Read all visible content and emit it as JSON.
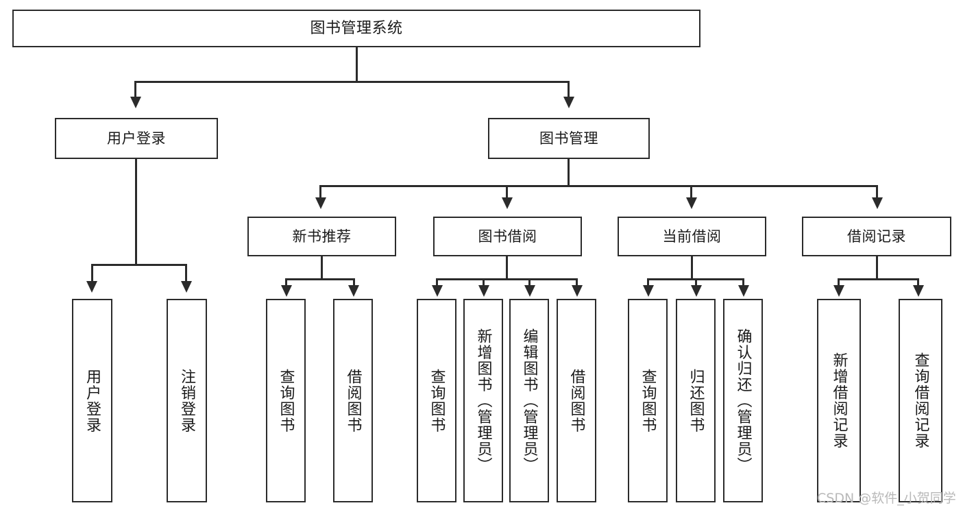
{
  "diagram": {
    "title": "图书管理系统",
    "type": "functional-hierarchy-tree",
    "levels": 4,
    "root": {
      "id": "root",
      "label": "图书管理系统"
    },
    "level2": [
      {
        "id": "user-login",
        "label": "用户登录"
      },
      {
        "id": "book-management",
        "label": "图书管理"
      }
    ],
    "level3": [
      {
        "id": "new-book-recommend",
        "label": "新书推荐",
        "parent": "book-management"
      },
      {
        "id": "book-borrow",
        "label": "图书借阅",
        "parent": "book-management"
      },
      {
        "id": "current-borrow",
        "label": "当前借阅",
        "parent": "book-management"
      },
      {
        "id": "borrow-record",
        "label": "借阅记录",
        "parent": "book-management"
      }
    ],
    "leaves": {
      "user-login": [
        {
          "id": "leaf-user-login",
          "label": "用户登录"
        },
        {
          "id": "leaf-logout-login",
          "label": "注销登录"
        }
      ],
      "new-book-recommend": [
        {
          "id": "leaf-query-book-1",
          "label": "查询图书"
        },
        {
          "id": "leaf-borrow-book-1",
          "label": "借阅图书"
        }
      ],
      "book-borrow": [
        {
          "id": "leaf-query-book-2",
          "label": "查询图书"
        },
        {
          "id": "leaf-add-book-admin",
          "label": "新增图书（管理员）"
        },
        {
          "id": "leaf-edit-book-admin",
          "label": "编辑图书（管理员）"
        },
        {
          "id": "leaf-borrow-book-2",
          "label": "借阅图书"
        }
      ],
      "current-borrow": [
        {
          "id": "leaf-query-book-3",
          "label": "查询图书"
        },
        {
          "id": "leaf-return-book",
          "label": "归还图书"
        },
        {
          "id": "leaf-confirm-return-admin",
          "label": "确认归还（管理员）"
        }
      ],
      "borrow-record": [
        {
          "id": "leaf-add-borrow-record",
          "label": "新增借阅记录"
        },
        {
          "id": "leaf-query-borrow-record",
          "label": "查询借阅记录"
        }
      ]
    }
  },
  "watermark": {
    "text": "CSDN @软件_小贺同学"
  },
  "colors": {
    "stroke": "#2b2b2b",
    "background": "#ffffff",
    "text": "#1a1a1a",
    "watermark": "#b9b9b9"
  }
}
